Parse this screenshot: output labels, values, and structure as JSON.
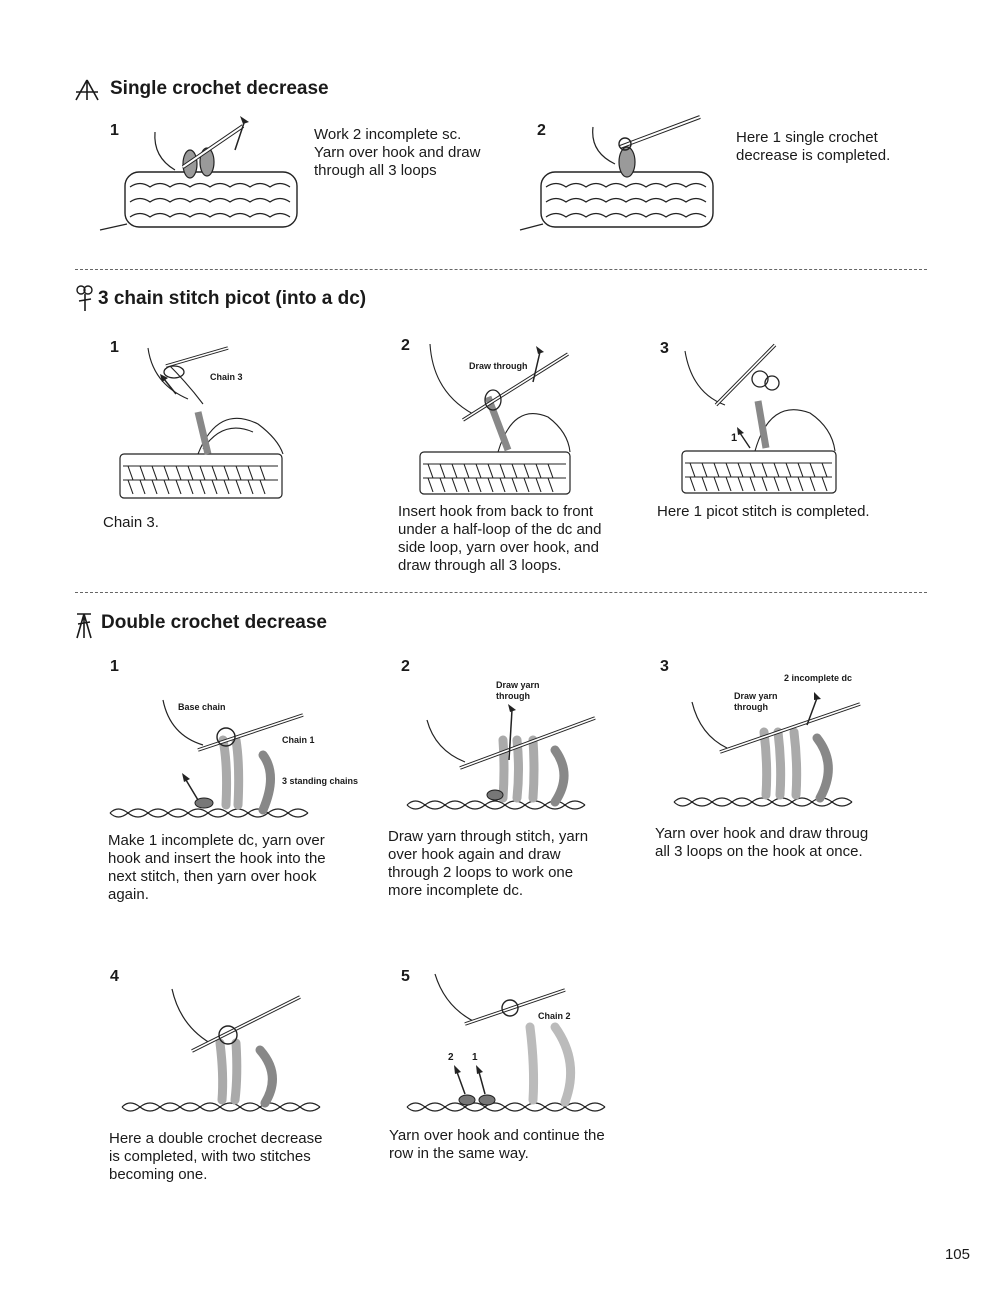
{
  "page_number": "105",
  "sections": [
    {
      "title": "Single crochet decrease",
      "symbol": "sc-decrease-symbol",
      "steps": [
        {
          "num": "1",
          "caption": "Work 2 incomplete sc.\nYarn over hook and draw\nthrough all 3 loops"
        },
        {
          "num": "2",
          "caption": "Here 1 single crochet\ndecrease is completed."
        }
      ]
    },
    {
      "title": "3 chain stitch picot (into a dc)",
      "symbol": "picot-symbol",
      "steps": [
        {
          "num": "1",
          "caption": "Chain 3.",
          "labels": [
            "Chain 3"
          ]
        },
        {
          "num": "2",
          "caption": "Insert hook from back to front\nunder a half-loop of the dc and\nside loop, yarn over hook, and\ndraw through all 3 loops.",
          "labels": [
            "Draw through"
          ]
        },
        {
          "num": "3",
          "caption": "Here 1 picot stitch is completed.",
          "labels": [
            "1"
          ]
        }
      ]
    },
    {
      "title": "Double crochet decrease",
      "symbol": "dc-decrease-symbol",
      "steps": [
        {
          "num": "1",
          "caption": "Make 1 incomplete dc, yarn over\nhook and insert the hook into the\nnext stitch, then yarn over hook\nagain.",
          "labels": [
            "Base chain",
            "Chain 1",
            "3 standing chains"
          ]
        },
        {
          "num": "2",
          "caption": "Draw yarn through stitch, yarn\nover hook again and draw\nthrough 2 loops to work one\nmore incomplete dc.",
          "labels": [
            "Draw yarn\nthrough"
          ]
        },
        {
          "num": "3",
          "caption": "Yarn over hook and draw throug\nall 3 loops on the hook at once.",
          "labels": [
            "2 incomplete dc",
            "Draw yarn\nthrough"
          ]
        },
        {
          "num": "4",
          "caption": "Here a double crochet decrease\nis completed, with two stitches\nbecoming one."
        },
        {
          "num": "5",
          "caption": "Yarn over hook and continue the\nrow in the same way.",
          "labels": [
            "Chain 2",
            "2",
            "1"
          ]
        }
      ]
    }
  ]
}
